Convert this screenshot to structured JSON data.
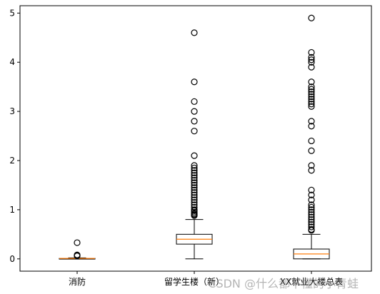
{
  "chart_data": {
    "type": "boxplot",
    "categories": [
      "消防",
      "留学生楼（新）",
      "XX就业大楼总表"
    ],
    "ylim": [
      -0.25,
      5.15
    ],
    "yticks": [
      0,
      1,
      2,
      3,
      4,
      5
    ],
    "grid": false,
    "colors": {
      "box": "#000000",
      "median": "#ff7f0e",
      "flier": "#000000"
    },
    "series": [
      {
        "q1": 0.0,
        "median": 0.01,
        "q3": 0.01,
        "whisker_low": 0.0,
        "whisker_high": 0.02,
        "fliers": [
          0.33,
          0.08,
          0.07,
          0.06
        ]
      },
      {
        "q1": 0.3,
        "median": 0.4,
        "q3": 0.5,
        "whisker_low": 0.0,
        "whisker_high": 0.8,
        "fliers": [
          4.6,
          3.6,
          3.2,
          3.0,
          2.8,
          2.6,
          2.1,
          1.9,
          1.85,
          1.8,
          1.75,
          1.7,
          1.65,
          1.6,
          1.55,
          1.5,
          1.45,
          1.4,
          1.35,
          1.3,
          1.25,
          1.2,
          1.15,
          1.1,
          1.05,
          1.0,
          0.98,
          0.95,
          0.92,
          0.9,
          0.88
        ]
      },
      {
        "q1": 0.0,
        "median": 0.1,
        "q3": 0.2,
        "whisker_low": 0.0,
        "whisker_high": 0.5,
        "fliers": [
          4.9,
          4.2,
          4.1,
          4.05,
          4.0,
          3.9,
          3.6,
          3.5,
          3.45,
          3.4,
          3.35,
          3.3,
          3.25,
          3.2,
          3.15,
          3.1,
          2.8,
          2.7,
          2.4,
          2.2,
          1.9,
          1.8,
          1.4,
          1.3,
          1.2,
          1.1,
          1.05,
          1.0,
          0.95,
          0.9,
          0.85,
          0.8,
          0.75,
          0.7,
          0.65,
          0.6,
          0.58
        ]
      }
    ]
  },
  "watermark": "CSDN @什么都不懂的小青蛙"
}
